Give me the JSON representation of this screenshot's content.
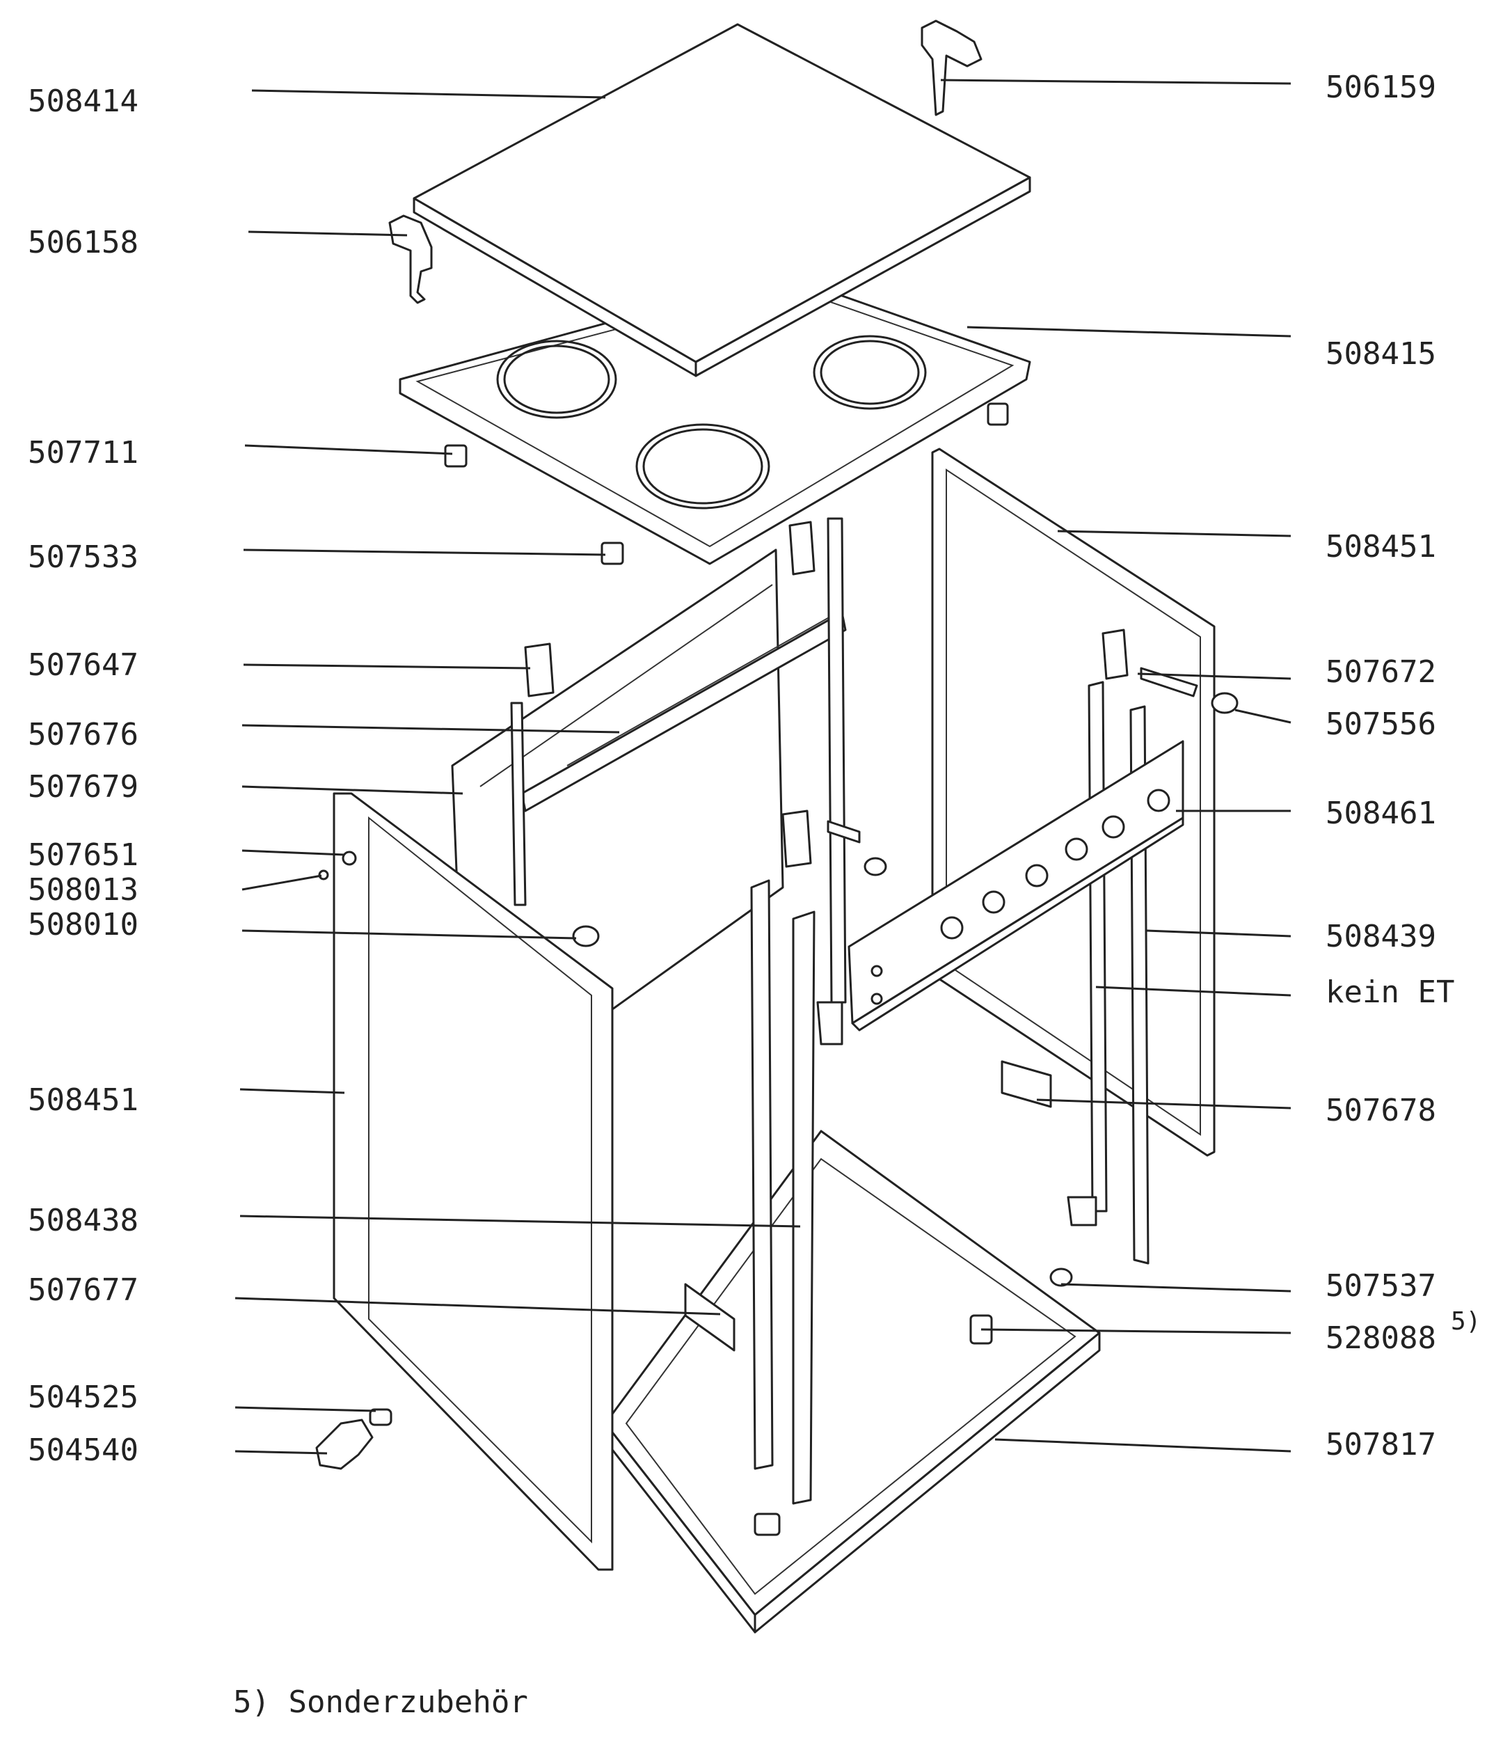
{
  "labels_left": [
    {
      "id": "l1",
      "text": "508414"
    },
    {
      "id": "l2",
      "text": "506158"
    },
    {
      "id": "l3",
      "text": "507711"
    },
    {
      "id": "l4",
      "text": "507533"
    },
    {
      "id": "l5",
      "text": "507647"
    },
    {
      "id": "l6",
      "text": "507676"
    },
    {
      "id": "l7",
      "text": "507679"
    },
    {
      "id": "l8",
      "text": "507651"
    },
    {
      "id": "l9",
      "text": "508013"
    },
    {
      "id": "l10",
      "text": "508010"
    },
    {
      "id": "l11",
      "text": "508451"
    },
    {
      "id": "l12",
      "text": "508438"
    },
    {
      "id": "l13",
      "text": "507677"
    },
    {
      "id": "l14",
      "text": "504525"
    },
    {
      "id": "l15",
      "text": "504540"
    }
  ],
  "labels_right": [
    {
      "id": "r1",
      "text": "506159"
    },
    {
      "id": "r2",
      "text": "508415"
    },
    {
      "id": "r3",
      "text": "508451"
    },
    {
      "id": "r4",
      "text": "507672"
    },
    {
      "id": "r5",
      "text": "507556"
    },
    {
      "id": "r6",
      "text": "508461"
    },
    {
      "id": "r7",
      "text": "508439"
    },
    {
      "id": "r8",
      "text": "kein ET"
    },
    {
      "id": "r9",
      "text": "507678"
    },
    {
      "id": "r10",
      "text": "507537"
    },
    {
      "id": "r11",
      "text": "528088"
    },
    {
      "id": "r12",
      "text": "507817"
    }
  ],
  "footnote_marker": "5)",
  "footnote": "5) Sonderzubehör"
}
